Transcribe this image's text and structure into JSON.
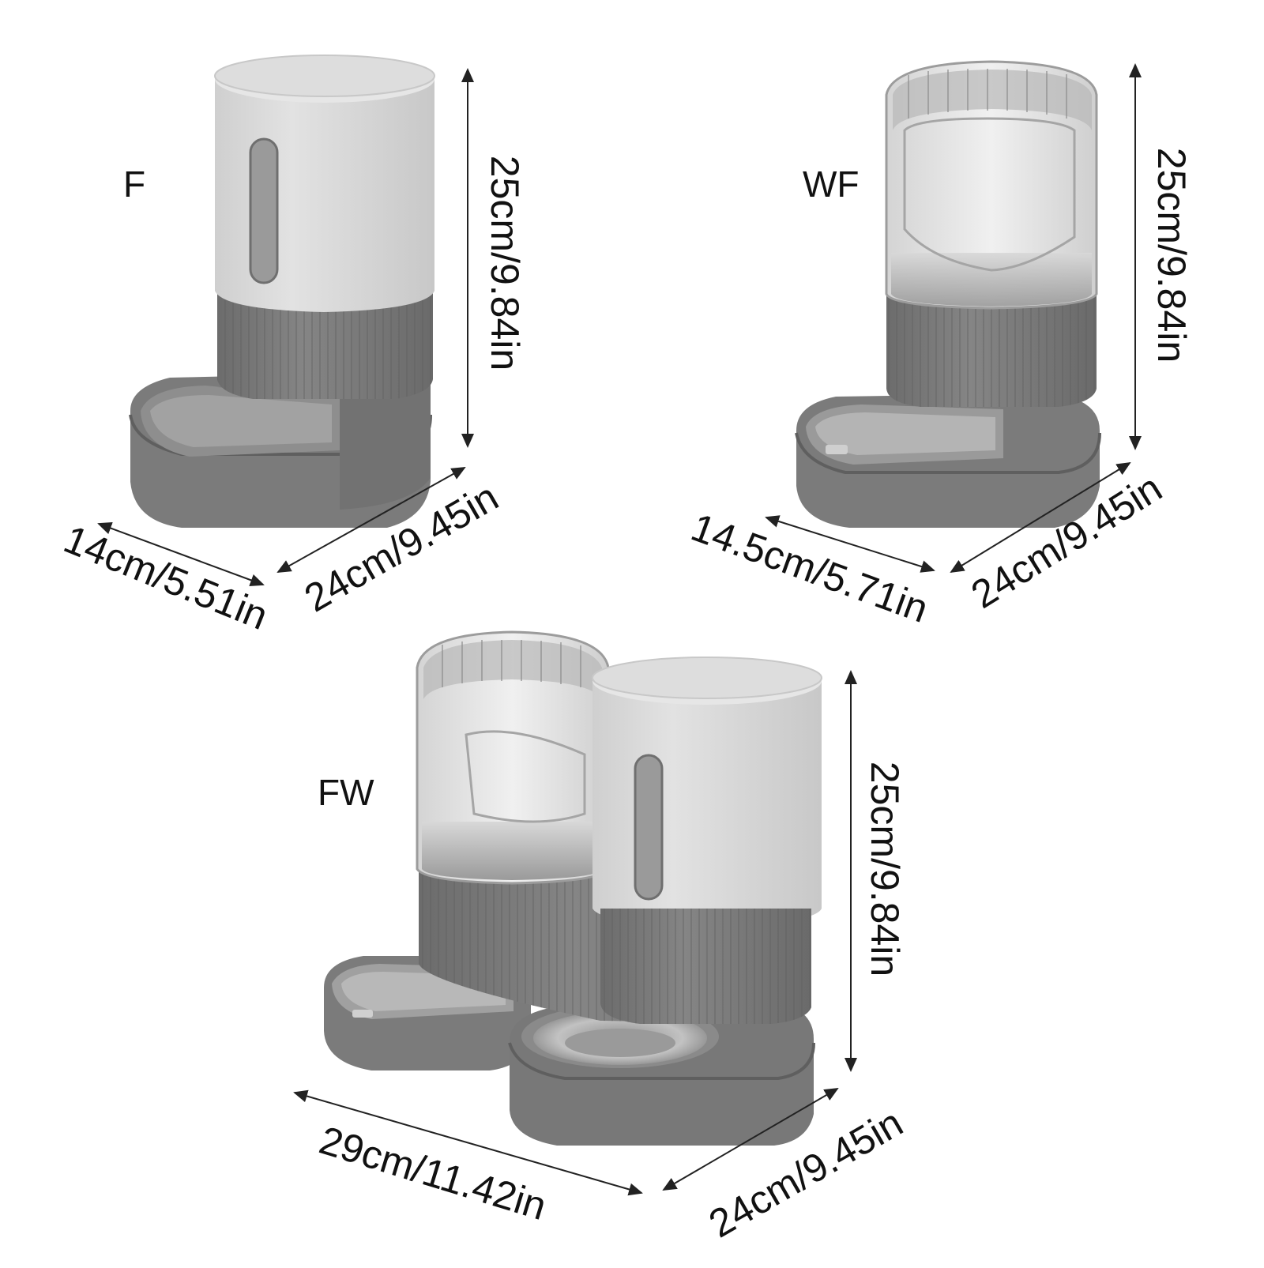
{
  "products": [
    {
      "id": "F",
      "label": "F",
      "height_label": "25cm/9.84in",
      "width_label": "14cm/5.51in",
      "depth_label": "24cm/9.45in"
    },
    {
      "id": "WF",
      "label": "WF",
      "height_label": "25cm/9.84in",
      "width_label": "14.5cm/5.71in",
      "depth_label": "24cm/9.45in"
    },
    {
      "id": "FW",
      "label": "FW",
      "height_label": "25cm/9.84in",
      "width_label": "29cm/11.42in",
      "depth_label": "24cm/9.45in"
    }
  ],
  "colors": {
    "background": "#ffffff",
    "body_gray": "#7d7d7d",
    "body_dark": "#6e6e6e",
    "hopper_light": "#d9d9d9",
    "lid": "#e3e3e3",
    "tank_clear": "#e8e8e8",
    "steel": "#a6a6a6",
    "text": "#111111"
  }
}
